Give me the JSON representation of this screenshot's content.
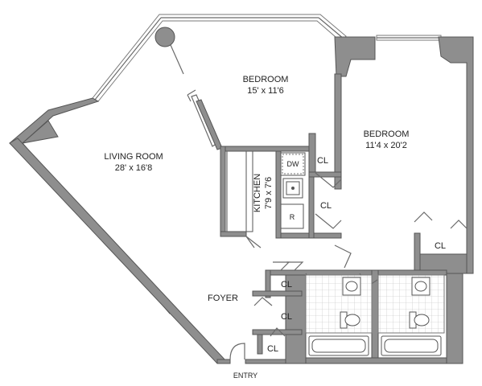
{
  "rooms": {
    "living_room": {
      "name": "LIVING ROOM",
      "dims": "28' x 16'8"
    },
    "bedroom_1": {
      "name": "BEDROOM",
      "dims": "15' x 11'6"
    },
    "bedroom_2": {
      "name": "BEDROOM",
      "dims": "11'4 x 20'2"
    },
    "kitchen": {
      "name": "KITCHEN",
      "dims": "7'9 x 7'6"
    },
    "foyer": {
      "name": "FOYER"
    },
    "entry": {
      "name": "ENTRY"
    }
  },
  "closets": {
    "bedroom1": "CL",
    "kitchen_side": "CL",
    "bedroom2": "CL",
    "bath_upper": "CL",
    "foyer": "CL",
    "entry": "CL"
  },
  "appliances": {
    "dishwasher": "DW",
    "refrigerator": "R"
  },
  "colors": {
    "wall": "#8e8e8e",
    "tile": "#c8c8c8",
    "background": "#ffffff"
  }
}
